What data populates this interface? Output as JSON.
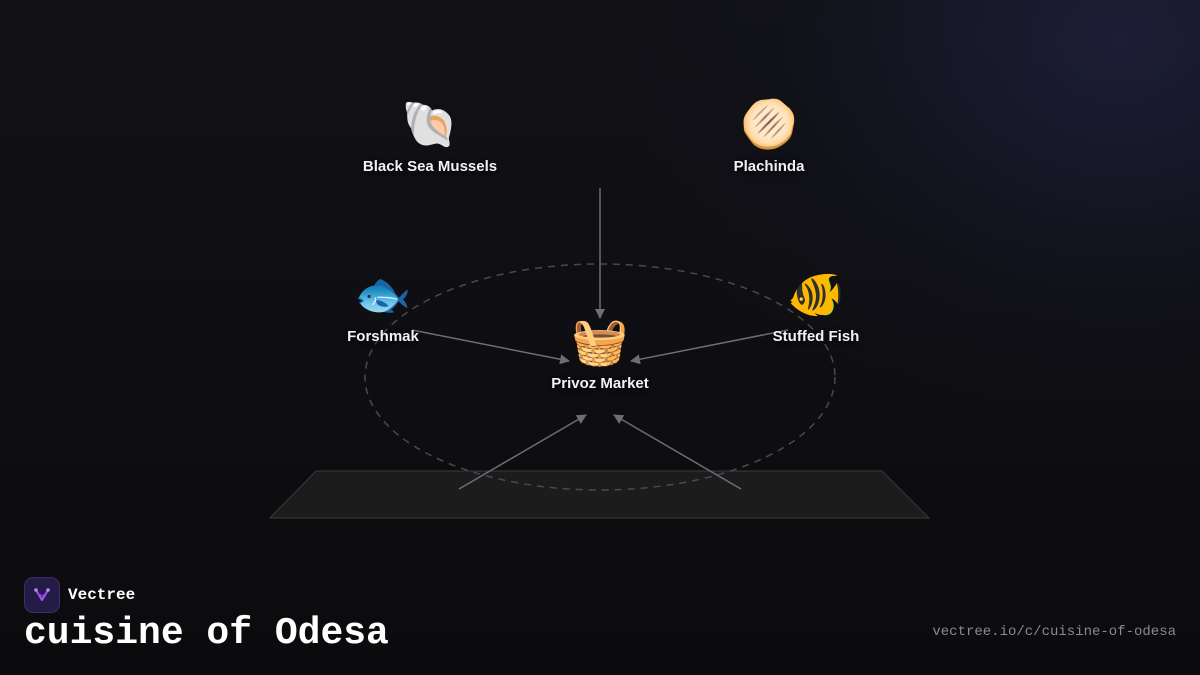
{
  "diagram": {
    "center": {
      "icon": "🧺",
      "icon_name": "basket-icon",
      "label": "Privoz Market"
    },
    "nodes": [
      {
        "id": "mussels",
        "icon": "🐚",
        "icon_name": "shell-icon",
        "label": "Black Sea Mussels"
      },
      {
        "id": "plachinda",
        "icon": "🫓",
        "icon_name": "flatbread-icon",
        "label": "Plachinda"
      },
      {
        "id": "forshmak",
        "icon": "🐟",
        "icon_name": "fish-icon",
        "label": "Forshmak"
      },
      {
        "id": "stuffed-fish",
        "icon": "🐠",
        "icon_name": "tropical-fish-icon",
        "label": "Stuffed Fish"
      }
    ]
  },
  "brand": {
    "name": "Vectree",
    "logo_icon": "vectree-logo-icon"
  },
  "title": "cuisine of Odesa",
  "url": "vectree.io/c/cuisine-of-odesa",
  "colors": {
    "background": "#0d0d10",
    "arrow": "#6e6e72",
    "ellipse_dash": "#4a4a4e",
    "platform": "#1c1c1c",
    "brand_logo_bg": "#241c46",
    "brand_logo_mark": "#a855f7"
  }
}
